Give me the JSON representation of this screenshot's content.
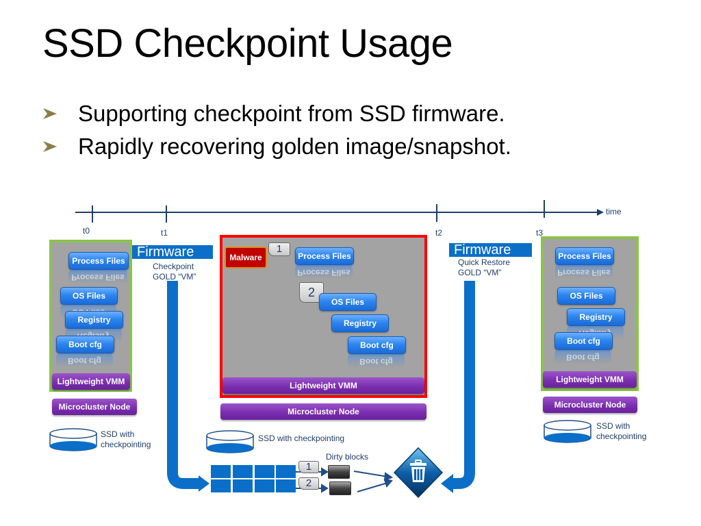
{
  "slide": {
    "title": "SSD Checkpoint Usage",
    "bullets": [
      "Supporting checkpoint from SSD firmware.",
      "Rapidly recovering golden image/snapshot."
    ],
    "bullet_color": "#8a7d4a"
  },
  "timeline": {
    "ticks": [
      "t0",
      "t1",
      "t2",
      "t3"
    ],
    "axis_label": "time",
    "color": "#1f3d6b"
  },
  "nodes": [
    {
      "time": "t0",
      "status": "clean",
      "border_color": "#8bc34a",
      "files": [
        "Process Files",
        "OS Files",
        "Registry",
        "Boot cfg"
      ],
      "vmm": "Lightweight VMM",
      "node": "Microcluster Node",
      "ssd": "SSD with checkpointing"
    },
    {
      "time": "t1-t2",
      "status": "infected",
      "border_color": "#ff0000",
      "malware": "Malware",
      "attack_steps": [
        "1",
        "2"
      ],
      "files": [
        "Process Files",
        "OS Files",
        "Registry",
        "Boot cfg"
      ],
      "vmm": "Lightweight VMM",
      "node": "Microcluster Node",
      "ssd": "SSD with checkpointing"
    },
    {
      "time": "t3",
      "status": "restored",
      "border_color": "#8bc34a",
      "files": [
        "Process Files",
        "OS Files",
        "Registry",
        "Boot cfg"
      ],
      "vmm": "Lightweight VMM",
      "node": "Microcluster Node",
      "ssd": "SSD with checkpointing"
    }
  ],
  "firmware": [
    {
      "title": "Firmware",
      "action": "Checkpoint",
      "target": "GOLD “VM”"
    },
    {
      "title": "Firmware",
      "action": "Quick Restore",
      "target": "GOLD “VM”"
    }
  ],
  "storage": {
    "dirty_label": "Dirty blocks",
    "dirty_steps": [
      "1",
      "2"
    ],
    "trash_icon": "trash-icon",
    "block_color": "#0b6fc9"
  }
}
